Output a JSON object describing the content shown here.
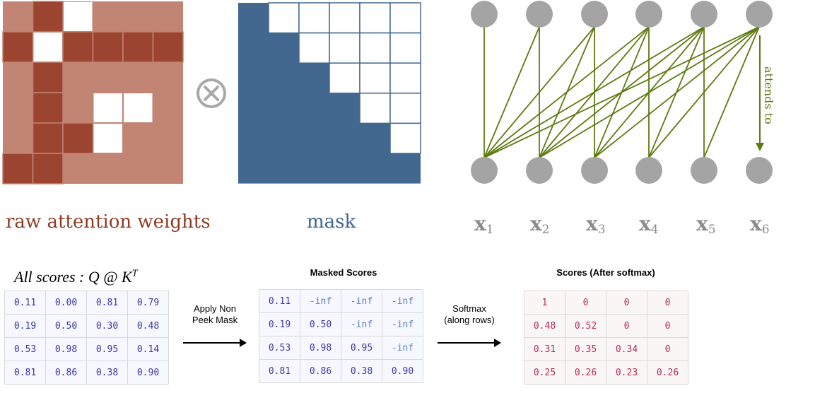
{
  "colors": {
    "weights_fill": "#c28473",
    "weights_dark": "#9b4530",
    "mask_fill": "#436890",
    "node": "#a4a4a4",
    "edge": "#5e7a12",
    "caption_weights": "#8c3b22",
    "caption_mask": "#3f6490",
    "caption_nodes": "#8c8c8c"
  },
  "weights_matrix": [
    [
      1,
      0,
      2,
      1,
      1,
      1
    ],
    [
      0,
      2,
      0,
      0,
      0,
      0
    ],
    [
      1,
      0,
      1,
      1,
      1,
      1
    ],
    [
      1,
      0,
      1,
      2,
      2,
      1
    ],
    [
      1,
      0,
      0,
      2,
      1,
      1
    ],
    [
      0,
      0,
      1,
      1,
      1,
      1
    ]
  ],
  "diagram": {
    "operator_symbol": "⊗",
    "weights_caption": "raw attention weights",
    "mask_caption": "mask",
    "attends_label": "attends to",
    "node_labels": [
      {
        "base": "x",
        "sub": "1"
      },
      {
        "base": "x",
        "sub": "2"
      },
      {
        "base": "x",
        "sub": "3"
      },
      {
        "base": "x",
        "sub": "4"
      },
      {
        "base": "x",
        "sub": "5"
      },
      {
        "base": "x",
        "sub": "6"
      }
    ]
  },
  "scores": {
    "title_main": "All scores  :  Q @ K",
    "title_sup": "T",
    "rows": [
      [
        "0.11",
        "0.00",
        "0.81",
        "0.79"
      ],
      [
        "0.19",
        "0.50",
        "0.30",
        "0.48"
      ],
      [
        "0.53",
        "0.98",
        "0.95",
        "0.14"
      ],
      [
        "0.81",
        "0.86",
        "0.38",
        "0.90"
      ]
    ]
  },
  "masked": {
    "title": "Masked Scores",
    "rows": [
      [
        "0.11",
        "-inf",
        "-inf",
        "-inf"
      ],
      [
        "0.19",
        "0.50",
        "-inf",
        "-inf"
      ],
      [
        "0.53",
        "0.98",
        "0.95",
        "-inf"
      ],
      [
        "0.81",
        "0.86",
        "0.38",
        "0.90"
      ]
    ]
  },
  "softmax": {
    "title": "Scores (After softmax)",
    "rows": [
      [
        "1",
        "0",
        "0",
        "0"
      ],
      [
        "0.48",
        "0.52",
        "0",
        "0"
      ],
      [
        "0.31",
        "0.35",
        "0.34",
        "0"
      ],
      [
        "0.25",
        "0.26",
        "0.23",
        "0.26"
      ]
    ]
  },
  "ops": {
    "apply_mask_line1": "Apply Non",
    "apply_mask_line2": "Peek Mask",
    "softmax_line1": "Softmax",
    "softmax_line2": "(along rows)"
  }
}
